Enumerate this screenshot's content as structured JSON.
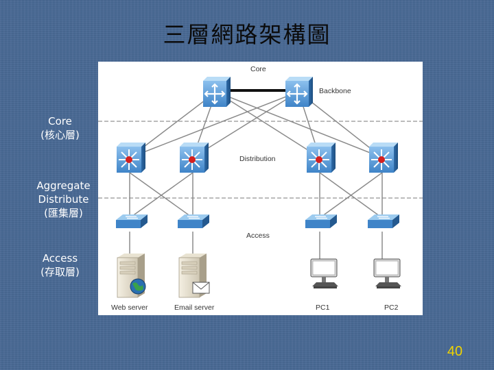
{
  "title": "三層網路架構圖",
  "side_labels": {
    "core": [
      "Core",
      "(核心層)"
    ],
    "aggregate": [
      "Aggregate",
      "Distribute",
      "(匯集層)"
    ],
    "access": [
      "Access",
      "(存取層)"
    ]
  },
  "diagram": {
    "layer_labels": {
      "core": "Core",
      "backbone": "Backbone",
      "distribution": "Distribution",
      "access": "Access"
    },
    "devices": {
      "web_server": "Web server",
      "email_server": "Email server",
      "pc1": "PC1",
      "pc2": "PC2"
    },
    "colors": {
      "switch_blue": "#4a8fd0",
      "router_red": "#d42020",
      "link_gray": "#8a8a8a"
    }
  },
  "page_number": "40"
}
